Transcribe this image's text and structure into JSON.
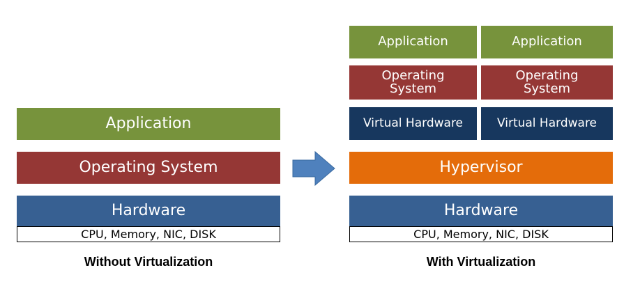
{
  "left_stack": {
    "application": "Application",
    "os": "Operating System",
    "hardware": "Hardware",
    "hardware_spec": "CPU, Memory, NIC, DISK",
    "caption": "Without Virtualization"
  },
  "right_stack": {
    "vm1": {
      "application": "Application",
      "os": "Operating\nSystem",
      "virtual_hardware": "Virtual Hardware"
    },
    "vm2": {
      "application": "Application",
      "os": "Operating\nSystem",
      "virtual_hardware": "Virtual Hardware"
    },
    "hypervisor": "Hypervisor",
    "hardware": "Hardware",
    "hardware_spec": "CPU, Memory, NIC, DISK",
    "caption": "With Virtualization"
  },
  "colors": {
    "application": "#77933c",
    "os": "#953735",
    "virtual_hardware": "#17375e",
    "hardware": "#376092",
    "hypervisor": "#e46c0a",
    "arrow": "#4f81bd"
  },
  "icons": {
    "arrow": "right-arrow-icon"
  }
}
